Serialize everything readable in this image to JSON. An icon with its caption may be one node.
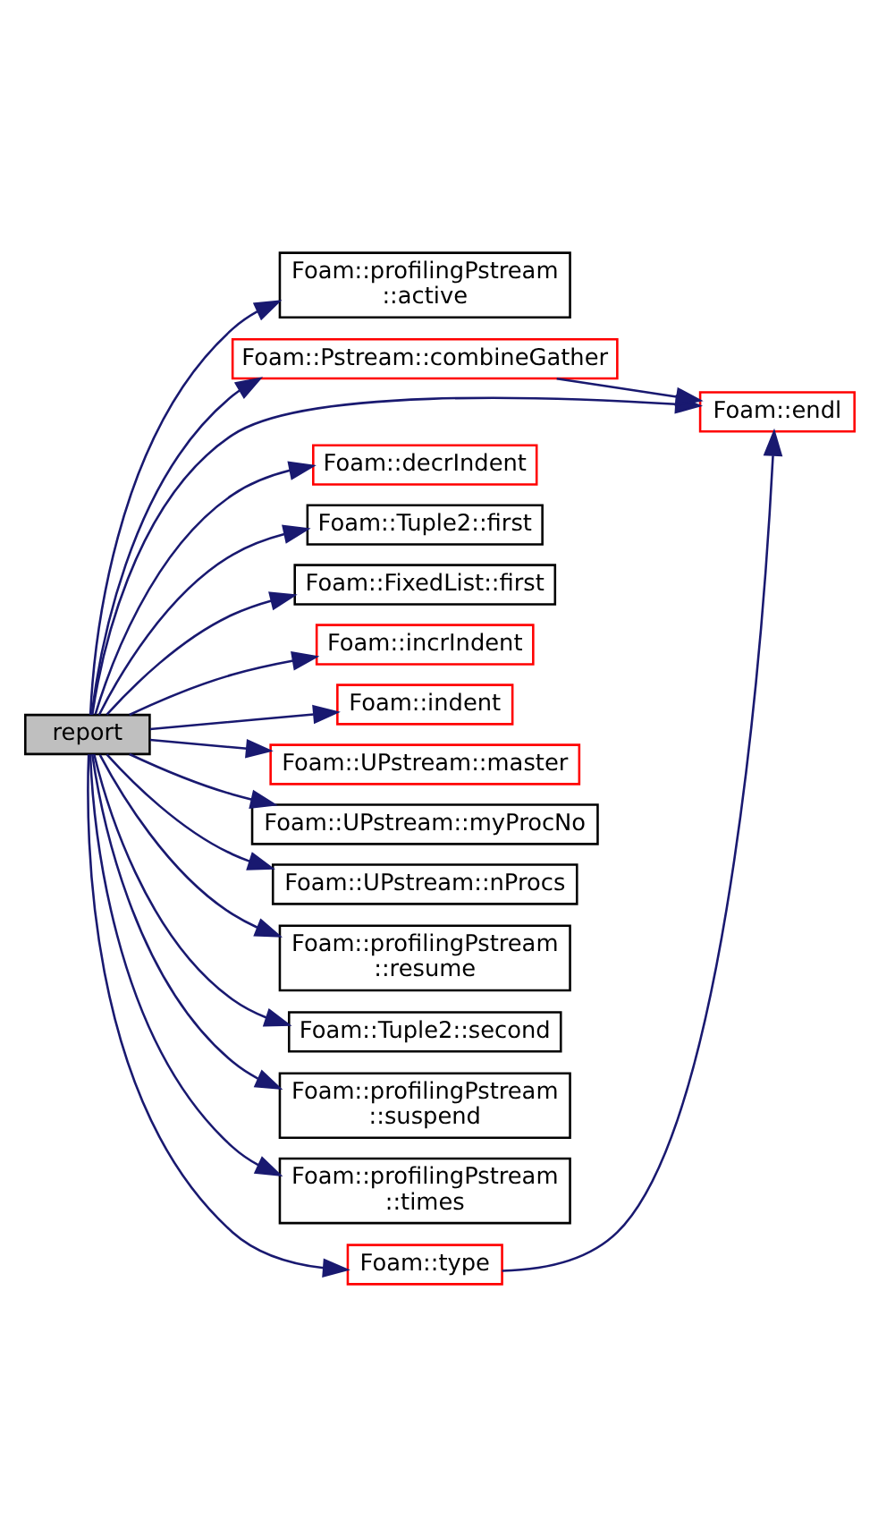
{
  "diagram": {
    "nodes": [
      {
        "text": [
          "report"
        ]
      },
      {
        "text": [
          "Foam::profilingPstream ::active"
        ]
      },
      {
        "text": [
          "Foam::Pstream::combineGather"
        ]
      },
      {
        "text": [
          "Foam::endl"
        ]
      },
      {
        "text": [
          "Foam::decrIndent"
        ]
      },
      {
        "text": [
          "Foam::Tuple2::first"
        ]
      },
      {
        "text": [
          "Foam::FixedList::first"
        ]
      },
      {
        "text": [
          "Foam::incrIndent"
        ]
      },
      {
        "text": [
          "Foam::indent"
        ]
      },
      {
        "text": [
          "Foam::UPstream::master"
        ]
      },
      {
        "text": [
          "Foam::UPstream::myProcNo"
        ]
      },
      {
        "text": [
          "Foam::UPstream::nProcs"
        ]
      },
      {
        "text": [
          "Foam::profilingPstream ::resume"
        ]
      },
      {
        "text": [
          "Foam::Tuple2::second"
        ]
      },
      {
        "text": [
          "Foam::profilingPstream ::suspend"
        ]
      },
      {
        "text": [
          "Foam::profilingPstream ::times"
        ]
      },
      {
        "text": [
          "Foam::type"
        ]
      }
    ],
    "edges": [
      {
        "from": 0,
        "to": 1,
        "arrow": "to"
      },
      {
        "from": 0,
        "to": 2,
        "arrow": "to"
      },
      {
        "from": 2,
        "to": 3,
        "arrow": "to"
      },
      {
        "from": 0,
        "to": 3,
        "arrow": "to"
      },
      {
        "from": 0,
        "to": 4,
        "arrow": "to"
      },
      {
        "from": 0,
        "to": 5,
        "arrow": "to"
      },
      {
        "from": 0,
        "to": 6,
        "arrow": "to"
      },
      {
        "from": 0,
        "to": 7,
        "arrow": "to"
      },
      {
        "from": 0,
        "to": 8,
        "arrow": "to"
      },
      {
        "from": 0,
        "to": 9,
        "arrow": "to"
      },
      {
        "from": 0,
        "to": 10,
        "arrow": "to"
      },
      {
        "from": 0,
        "to": 11,
        "arrow": "to"
      },
      {
        "from": 0,
        "to": 12,
        "arrow": "to"
      },
      {
        "from": 0,
        "to": 13,
        "arrow": "to"
      },
      {
        "from": 0,
        "to": 14,
        "arrow": "to"
      },
      {
        "from": 0,
        "to": 15,
        "arrow": "to"
      },
      {
        "from": 0,
        "to": 16,
        "arrow": "to"
      },
      {
        "from": 16,
        "to": 3,
        "arrow": "to"
      }
    ]
  }
}
